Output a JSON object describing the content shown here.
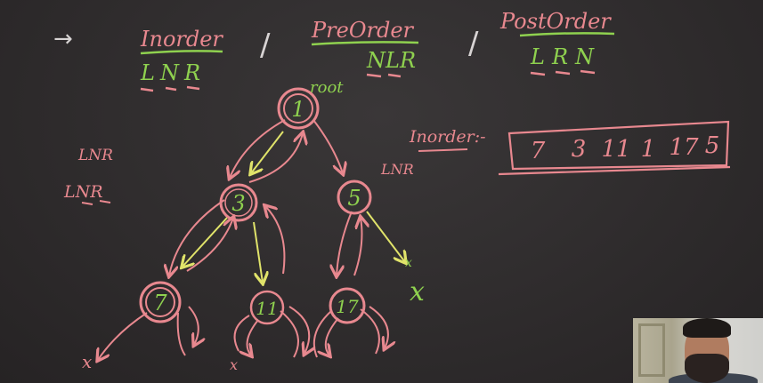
{
  "header": {
    "arrow": "→",
    "inorder_title": "Inorder",
    "inorder_code": "LNR",
    "sep1": "/",
    "preorder_title": "PreOrder",
    "preorder_code": "NLR",
    "sep2": "/",
    "postorder_title": "PostOrder",
    "postorder_code": "LRN"
  },
  "side_notes": {
    "lnr_1": "LNR",
    "lnr_2": "LNR",
    "lnr_3": "LNR"
  },
  "tree": {
    "root_label": "root",
    "nodes": {
      "root": "1",
      "left": "3",
      "right": "5",
      "left_left": "7",
      "left_right": "11",
      "right_left": "17"
    },
    "null_marks": {
      "n1": "x",
      "n2": "x",
      "n3": "x",
      "n4": "x"
    }
  },
  "result": {
    "label": "Inorder:-",
    "values": [
      "7",
      "3",
      "11",
      "1",
      "17",
      "5"
    ]
  },
  "colors": {
    "board": "#302d2e",
    "pink": "#e8888f",
    "green": "#8fd14f",
    "white": "#d8d4d4"
  }
}
